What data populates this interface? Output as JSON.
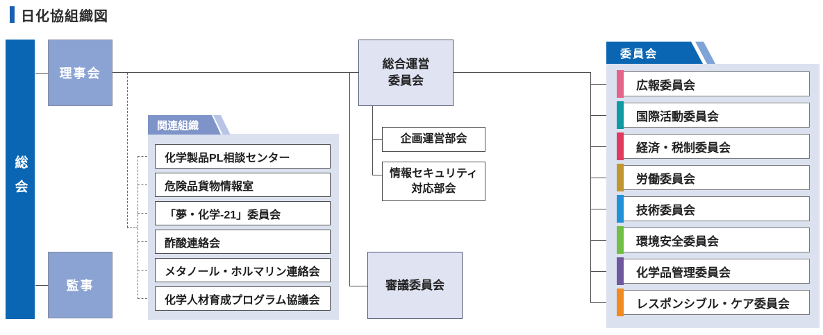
{
  "title": "日化協組織図",
  "org": {
    "soukai": "総会",
    "rijikai": "理事会",
    "kanji": "監事",
    "sogo_unei_line1": "総合運営",
    "sogo_unei_line2": "委員会",
    "kikaku_unei": "企画運営部会",
    "joho_line1": "情報セキュリティ",
    "joho_line2": "対応部会",
    "shingi": "審議委員会"
  },
  "related_panel": {
    "tab_label": "関連組織",
    "items": [
      {
        "label": "化学製品PL相談センター"
      },
      {
        "label": "危険品貨物情報室"
      },
      {
        "label": "「夢・化学-21」委員会"
      },
      {
        "label": "酢酸連絡会"
      },
      {
        "label": "メタノール・ホルマリン連絡会"
      },
      {
        "label": "化学人材育成プログラム協議会"
      }
    ]
  },
  "committee_panel": {
    "tab_label": "委員会",
    "items": [
      {
        "label": "広報委員会",
        "accent_color": "#e5648a"
      },
      {
        "label": "国際活動委員会",
        "accent_color": "#0f9ba3"
      },
      {
        "label": "経済・税制委員会",
        "accent_color": "#e23a5e"
      },
      {
        "label": "労働委員会",
        "accent_color": "#c2962f"
      },
      {
        "label": "技術委員会",
        "accent_color": "#2191d9"
      },
      {
        "label": "環境安全委員会",
        "accent_color": "#71bf45"
      },
      {
        "label": "化学品管理委員会",
        "accent_color": "#70589e"
      },
      {
        "label": "レスポンシブル・ケア委員会",
        "accent_color": "#f28b1f"
      }
    ]
  },
  "colors": {
    "brand_blue": "#0a66b2",
    "title_bar_blue": "#1b5fb0",
    "board_box_blue": "#8ba3d3",
    "lavender_box": "#dfe3f2",
    "panel_background": "#dbe1ef",
    "related_tab_blue": "#7e94c9",
    "related_tab_accent": "#b7c4e6",
    "committee_tab_blue": "#0a66b2",
    "committee_tab_accent": "#7fa3d6",
    "connector_line": "#4c4c4c"
  }
}
